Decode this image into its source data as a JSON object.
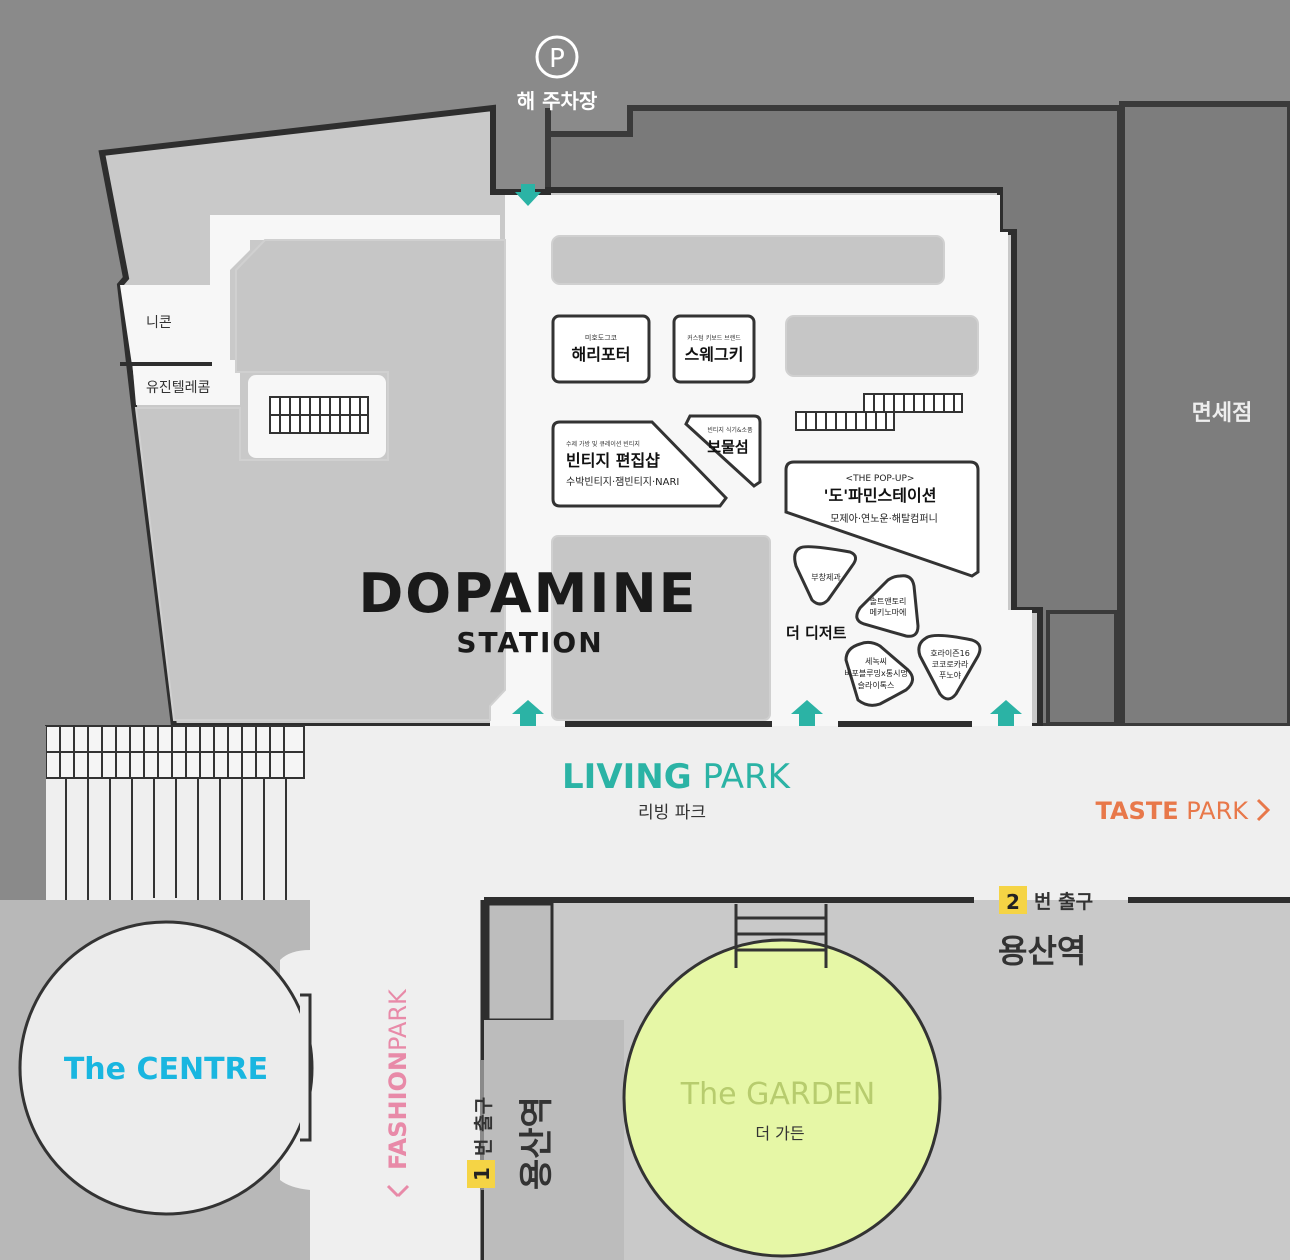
{
  "parking": {
    "icon": "parking-icon",
    "symbol": "P",
    "label": "해 주차장"
  },
  "left_stores": {
    "store1": "니콘",
    "store2": "유진텔레콤"
  },
  "duty_free": "면세점",
  "shops": {
    "harry_potter": {
      "subtitle": "미호도그코",
      "name": "해리포터"
    },
    "swaggki": {
      "subtitle": "커스텀 키보드 브랜드",
      "name": "스웨그키"
    },
    "vintage": {
      "subtitle": "수제 가방 및 큐레이션 빈티지",
      "name": "빈티지 편집샵",
      "brands": "수박빈티지·잼빈티지·NARI"
    },
    "treasure": {
      "subtitle": "빈티지 식기&소품",
      "name": "보물섬"
    },
    "popup": {
      "tag": "<THE POP-UP>",
      "name": "'도'파민스테이션",
      "brands": "모제아·연노운·해탈컴퍼니"
    },
    "dessert": {
      "title": "더 디저트",
      "b1": "부창제과",
      "b2_line1": "솔트앤토리",
      "b2_line2": "메키노마에",
      "b3_line1": "호라이즌16",
      "b3_line2": "코코로카라",
      "b3_line3": "푸노야",
      "b4_line1": "세녹씨",
      "b4_line2": "비포블루밍x통시멍",
      "b4_line3": "슬라이톡스"
    }
  },
  "dopamine": {
    "title": "DOPAMINE",
    "subtitle": "STATION"
  },
  "living_park": {
    "en_bold": "LIVING",
    "en_light": " PARK",
    "ko": "리빙 파크"
  },
  "taste_park": {
    "en_bold": "TASTE",
    "en_light": " PARK"
  },
  "fashion_park": {
    "en_bold": "FASHION",
    "en_light": "PARK"
  },
  "centre": "The CENTRE",
  "garden": {
    "en": "The GARDEN",
    "ko": "더 가든"
  },
  "exit2": {
    "number": "2",
    "label": "번 출구",
    "station": "용산역"
  },
  "exit1": {
    "number": "1",
    "label": "번 출구",
    "station": "용산역"
  },
  "colors": {
    "teal": "#2bb3a5",
    "orange": "#e8784a",
    "pink": "#e88aa8",
    "cyan": "#19b6e0",
    "garden_green": "#e6f7a6",
    "exit_yellow": "#f5d445"
  }
}
